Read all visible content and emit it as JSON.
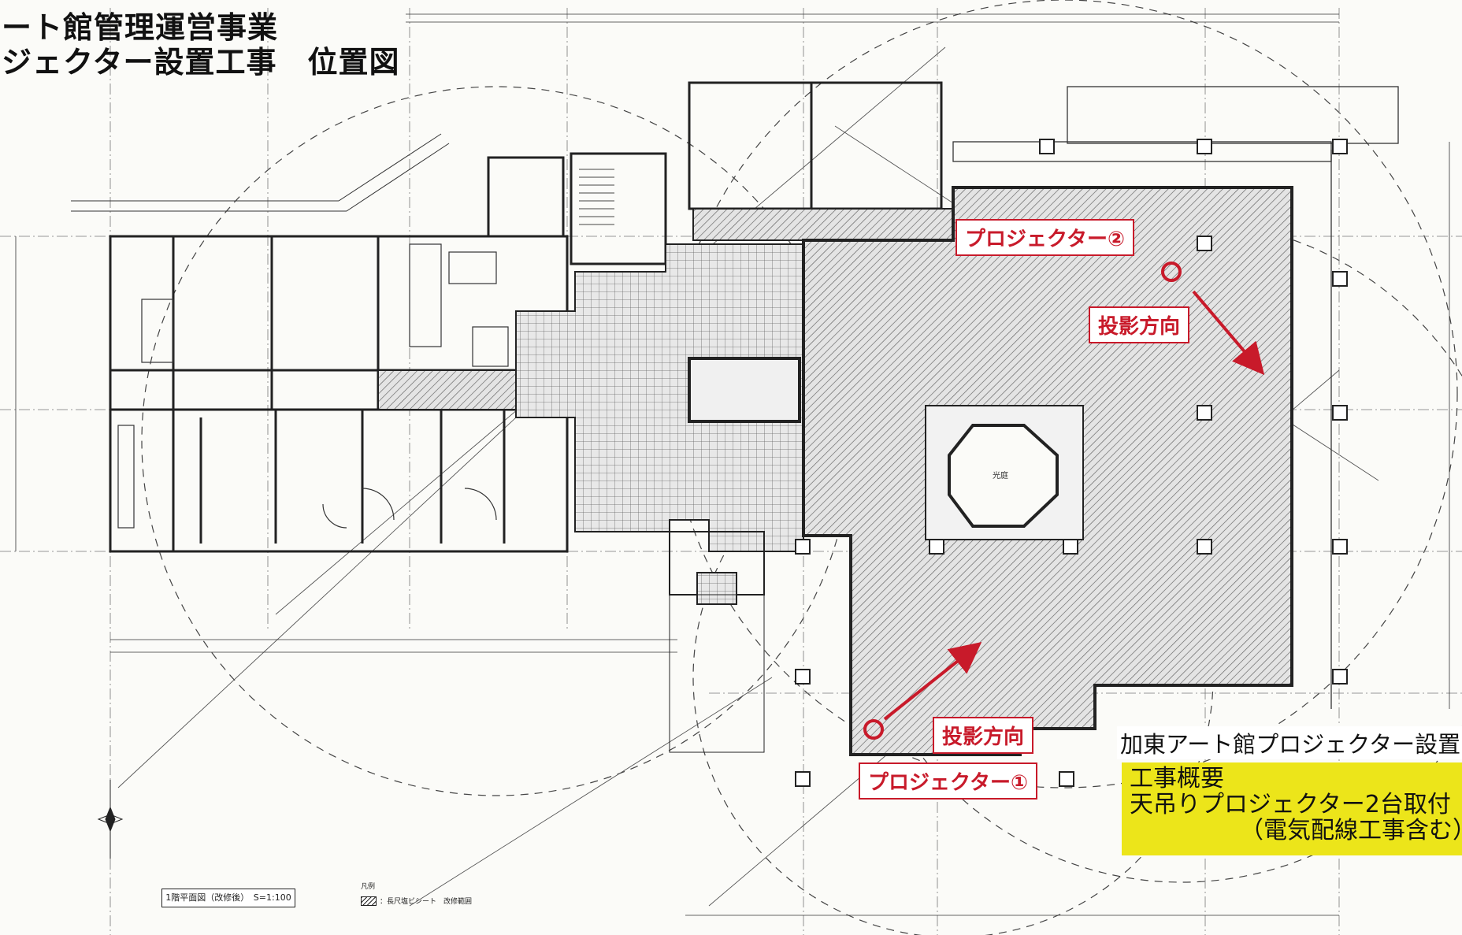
{
  "title": {
    "line1": "ート館管理運営事業",
    "line2": "ジェクター設置工事　位置図"
  },
  "callouts": {
    "projector_2": "プロジェクター②",
    "projection_dir_2": "投影方向",
    "projection_dir_1": "投影方向",
    "projector_1": "プロジェクター①"
  },
  "summary": {
    "heading": "加東アート館プロジェクター設置",
    "line1": "工事概要",
    "line2": "天吊りプロジェクター2台取付",
    "line3": "（電気配線工事含む）"
  },
  "scale_label": "1階平面図（改修後）　S=1:100",
  "legend": {
    "heading": "凡例",
    "item1": "：長尺塩ビシート　改修範囲"
  },
  "colors": {
    "accent_red": "#c81a2a",
    "highlight_yellow": "#ece51a",
    "line": "#2a2a2a"
  }
}
